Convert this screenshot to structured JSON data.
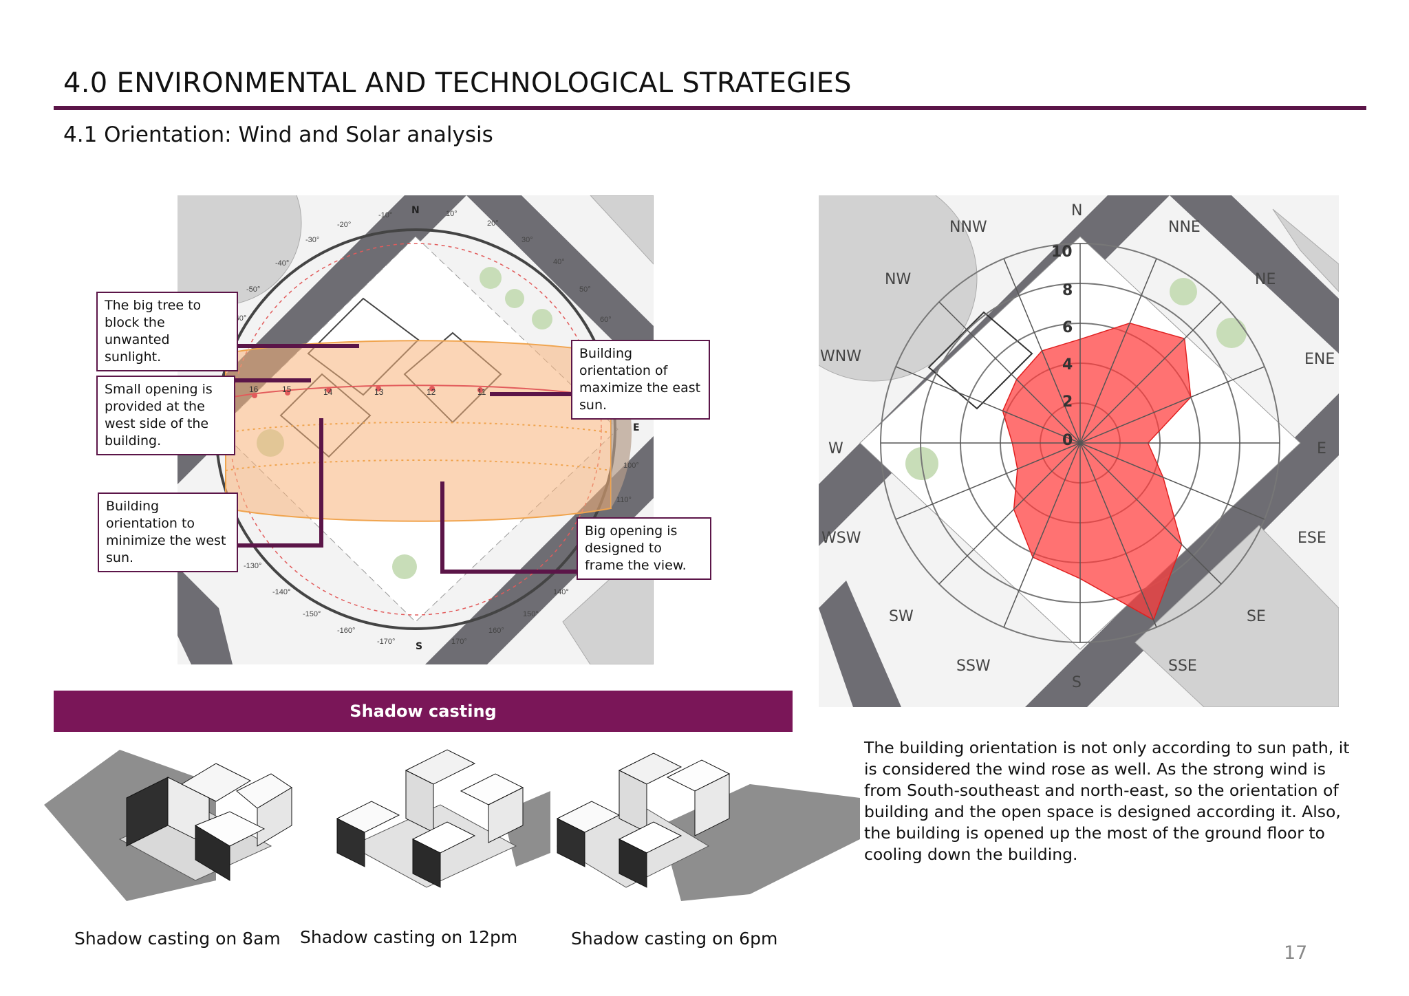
{
  "header": {
    "title": "4.0 ENVIRONMENTAL AND TECHNOLOGICAL STRATEGIES",
    "subtitle": "4.1 Orientation: Wind and Solar analysis"
  },
  "sun_path": {
    "callouts": {
      "big_tree": "The big tree to block the unwanted sunlight.",
      "small_opening": "Small opening is provided at the west side of the building.",
      "west_sun": "Building orientation to minimize the west sun.",
      "east_sun": "Building orientation of maximize the east sun.",
      "big_opening": "Big opening is designed to frame the view."
    },
    "compass": {
      "north": "N",
      "east": "E",
      "south": "S"
    },
    "angle_labels": [
      "-10°",
      "-20°",
      "-30°",
      "-40°",
      "-50°",
      "-60°",
      "10°",
      "20°",
      "30°",
      "40°",
      "50°",
      "60°",
      "100°",
      "110°",
      "-130°",
      "-140°",
      "-150°",
      "-160°",
      "-170°",
      "170°",
      "160°",
      "150°",
      "140°"
    ],
    "hour_labels": [
      "16",
      "15",
      "14",
      "13",
      "12",
      "11"
    ],
    "colors": {
      "sun_band": "#f7b27a",
      "leader": "#5b1548",
      "road": "#6e6d73"
    }
  },
  "wind_rose": {
    "directions": [
      "N",
      "NNE",
      "NE",
      "ENE",
      "E",
      "ESE",
      "SE",
      "SSE",
      "S",
      "SSW",
      "SW",
      "WSW",
      "W",
      "WNW",
      "NW",
      "NNW"
    ],
    "ring_labels": [
      "10",
      "8",
      "6",
      "4",
      "2",
      "0"
    ],
    "values": [
      5.2,
      6.5,
      7.4,
      6.0,
      3.4,
      4.5,
      7.2,
      9.6,
      6.8,
      6.2,
      4.7,
      3.4,
      3.4,
      4.2,
      4.5,
      5.0
    ],
    "max": 10,
    "colors": {
      "rose": "#ff3b3b",
      "grid": "#777777"
    }
  },
  "shadow": {
    "band_title": "Shadow casting",
    "captions": [
      "Shadow casting on 8am",
      "Shadow casting on 12pm",
      "Shadow casting on 6pm"
    ]
  },
  "description": "The building orientation is not only according to sun path, it is considered the wind rose as well. As the strong wind is from South-southeast and north-east, so the orientation of building and the open space is designed according it. Also, the building is opened up the most of the ground floor to cooling down the building.",
  "page_number": "17"
}
